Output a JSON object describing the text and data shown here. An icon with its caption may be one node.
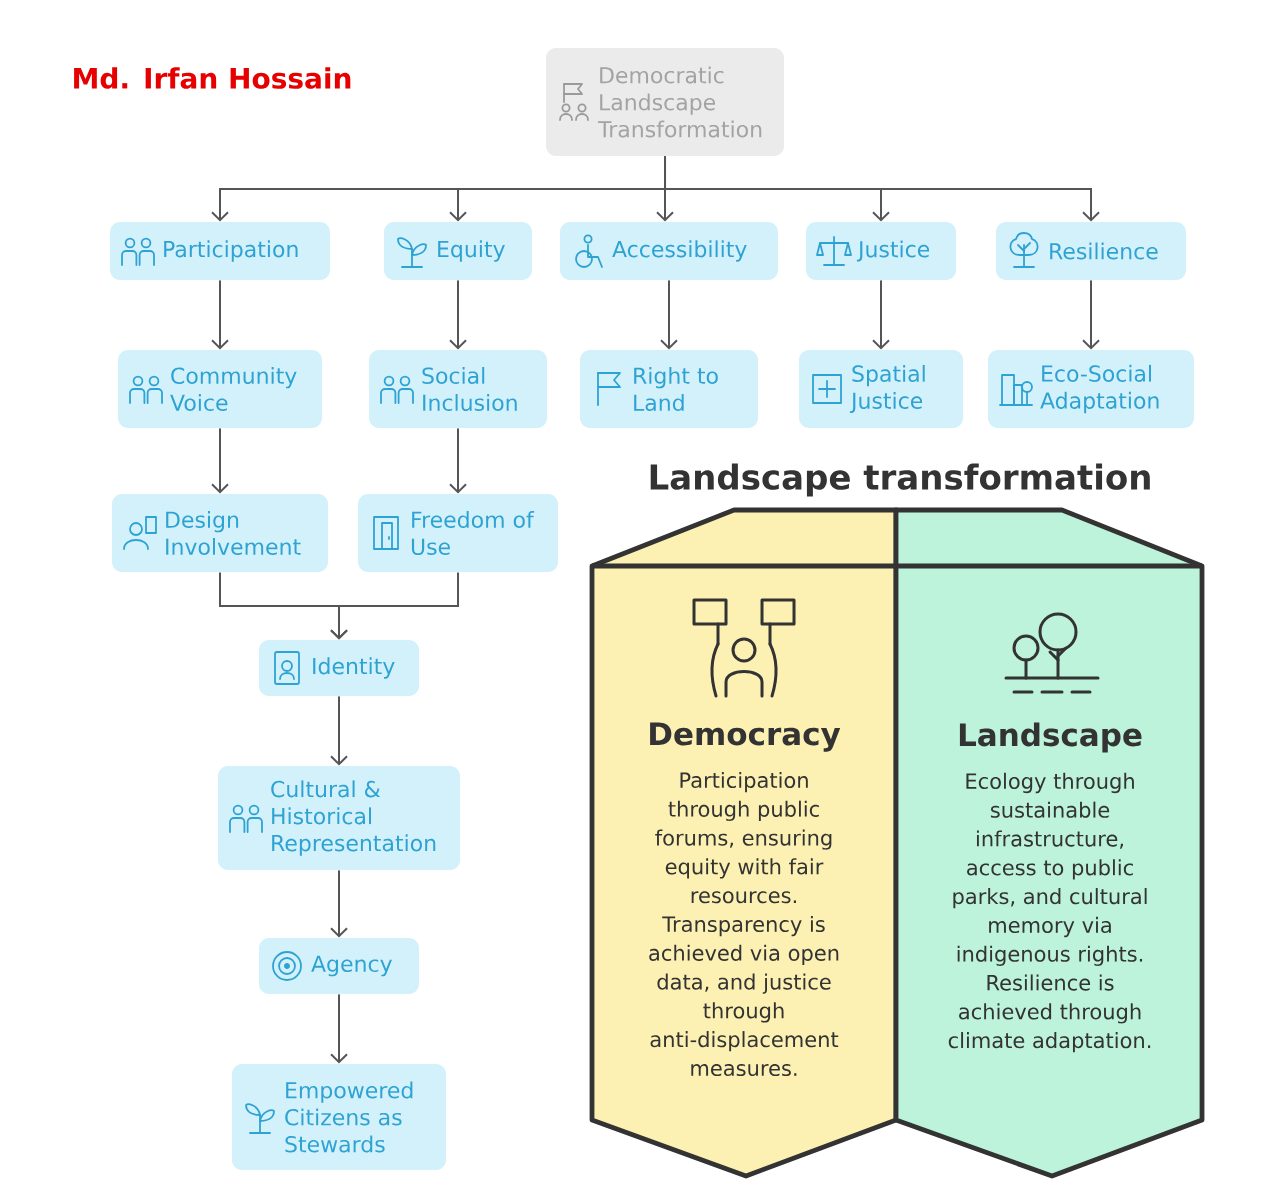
{
  "diagram": {
    "nodes": [
      {
        "text": [
          "Democratic Landscape Transformation"
        ]
      },
      {
        "text": [
          "Participation"
        ]
      },
      {
        "text": [
          "Equity"
        ]
      },
      {
        "text": [
          "Accessibility"
        ]
      },
      {
        "text": [
          "Justice"
        ]
      },
      {
        "text": [
          "Resilience"
        ]
      },
      {
        "text": [
          "Community Voice"
        ]
      },
      {
        "text": [
          "Social Inclusion"
        ]
      },
      {
        "text": [
          "Right to Land"
        ]
      },
      {
        "text": [
          "Spatial Justice"
        ]
      },
      {
        "text": [
          "Eco-Social Adaptation"
        ]
      },
      {
        "text": [
          "Design Involvement"
        ]
      },
      {
        "text": [
          "Freedom of Use"
        ]
      },
      {
        "text": [
          "Identity"
        ]
      },
      {
        "text": [
          "Cultural & Historical Representation"
        ]
      },
      {
        "text": [
          "Agency"
        ]
      },
      {
        "text": [
          "Empowered Citizens as Stewards"
        ]
      },
      {
        "text": [
          "Democracy",
          "Participation through public forums, ensuring equity with fair resources. Transparency is achieved via open data, and justice through anti-displacement measures."
        ]
      },
      {
        "text": [
          "Landscape",
          "Ecology through sustainable infrastructure, access to public parks, and cultural memory via indigenous rights. Resilience is achieved through climate adaptation."
        ]
      }
    ],
    "edges": [
      {
        "from": 0,
        "to": 1,
        "arrow": "to"
      },
      {
        "from": 0,
        "to": 2,
        "arrow": "to"
      },
      {
        "from": 0,
        "to": 3,
        "arrow": "to"
      },
      {
        "from": 0,
        "to": 4,
        "arrow": "to"
      },
      {
        "from": 0,
        "to": 5,
        "arrow": "to"
      },
      {
        "from": 1,
        "to": 6,
        "arrow": "to"
      },
      {
        "from": 2,
        "to": 7,
        "arrow": "to"
      },
      {
        "from": 3,
        "to": 8,
        "arrow": "to"
      },
      {
        "from": 4,
        "to": 9,
        "arrow": "to"
      },
      {
        "from": 5,
        "to": 10,
        "arrow": "to"
      },
      {
        "from": 6,
        "to": 11,
        "arrow": "to"
      },
      {
        "from": 7,
        "to": 12,
        "arrow": "to"
      },
      {
        "from": 11,
        "to": 13,
        "arrow": "to"
      },
      {
        "from": 12,
        "to": 13,
        "arrow": "to"
      },
      {
        "from": 13,
        "to": 14,
        "arrow": "to"
      },
      {
        "from": 14,
        "to": 15,
        "arrow": "to"
      },
      {
        "from": 15,
        "to": 16,
        "arrow": "to"
      }
    ],
    "labels": [
      "Md. Irfan Hossain",
      "Landscape transformation"
    ]
  }
}
